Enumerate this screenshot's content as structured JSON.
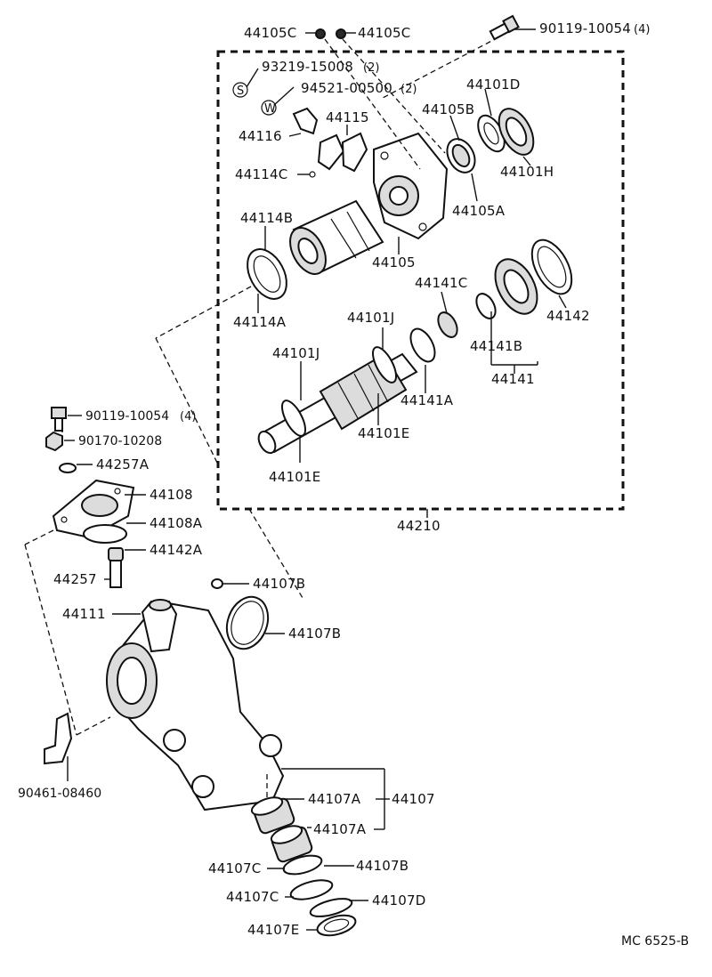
{
  "labels": {
    "l_44105C_a": "44105C",
    "l_44105C_b": "44105C",
    "l_90119_top": "90119-10054",
    "l_90119_top_qty": "(4)",
    "l_93219": "93219-15008",
    "l_93219_qty": "(2)",
    "l_S": "S",
    "l_94521": "94521-00500",
    "l_94521_qty": "(2)",
    "l_W": "W",
    "l_44101D": "44101D",
    "l_44105B": "44105B",
    "l_44115": "44115",
    "l_44116": "44116",
    "l_44101H": "44101H",
    "l_44114C": "44114C",
    "l_44105A": "44105A",
    "l_44114B": "44114B",
    "l_44105": "44105",
    "l_44141C": "44141C",
    "l_44101J_a": "44101J",
    "l_44142": "44142",
    "l_44114A": "44114A",
    "l_44141B": "44141B",
    "l_44101J_b": "44101J",
    "l_44141A": "44141A",
    "l_44141": "44141",
    "l_44101E_a": "44101E",
    "l_90119_left": "90119-10054",
    "l_90119_left_qty": "(4)",
    "l_90170": "90170-10208",
    "l_44257A": "44257A",
    "l_44101E_b": "44101E",
    "l_44108": "44108",
    "l_44108A": "44108A",
    "l_44210": "44210",
    "l_44142A": "44142A",
    "l_44257": "44257",
    "l_44107B_a": "44107B",
    "l_44111": "44111",
    "l_44107B_b": "44107B",
    "l_90461": "90461-08460",
    "l_44107A_a": "44107A",
    "l_44107": "44107",
    "l_44107A_b": "44107A",
    "l_44107C_a": "44107C",
    "l_44107B_c": "44107B",
    "l_44107C_b": "44107C",
    "l_44107D": "44107D",
    "l_44107E": "44107E",
    "l_code": "MC 6525-B"
  }
}
